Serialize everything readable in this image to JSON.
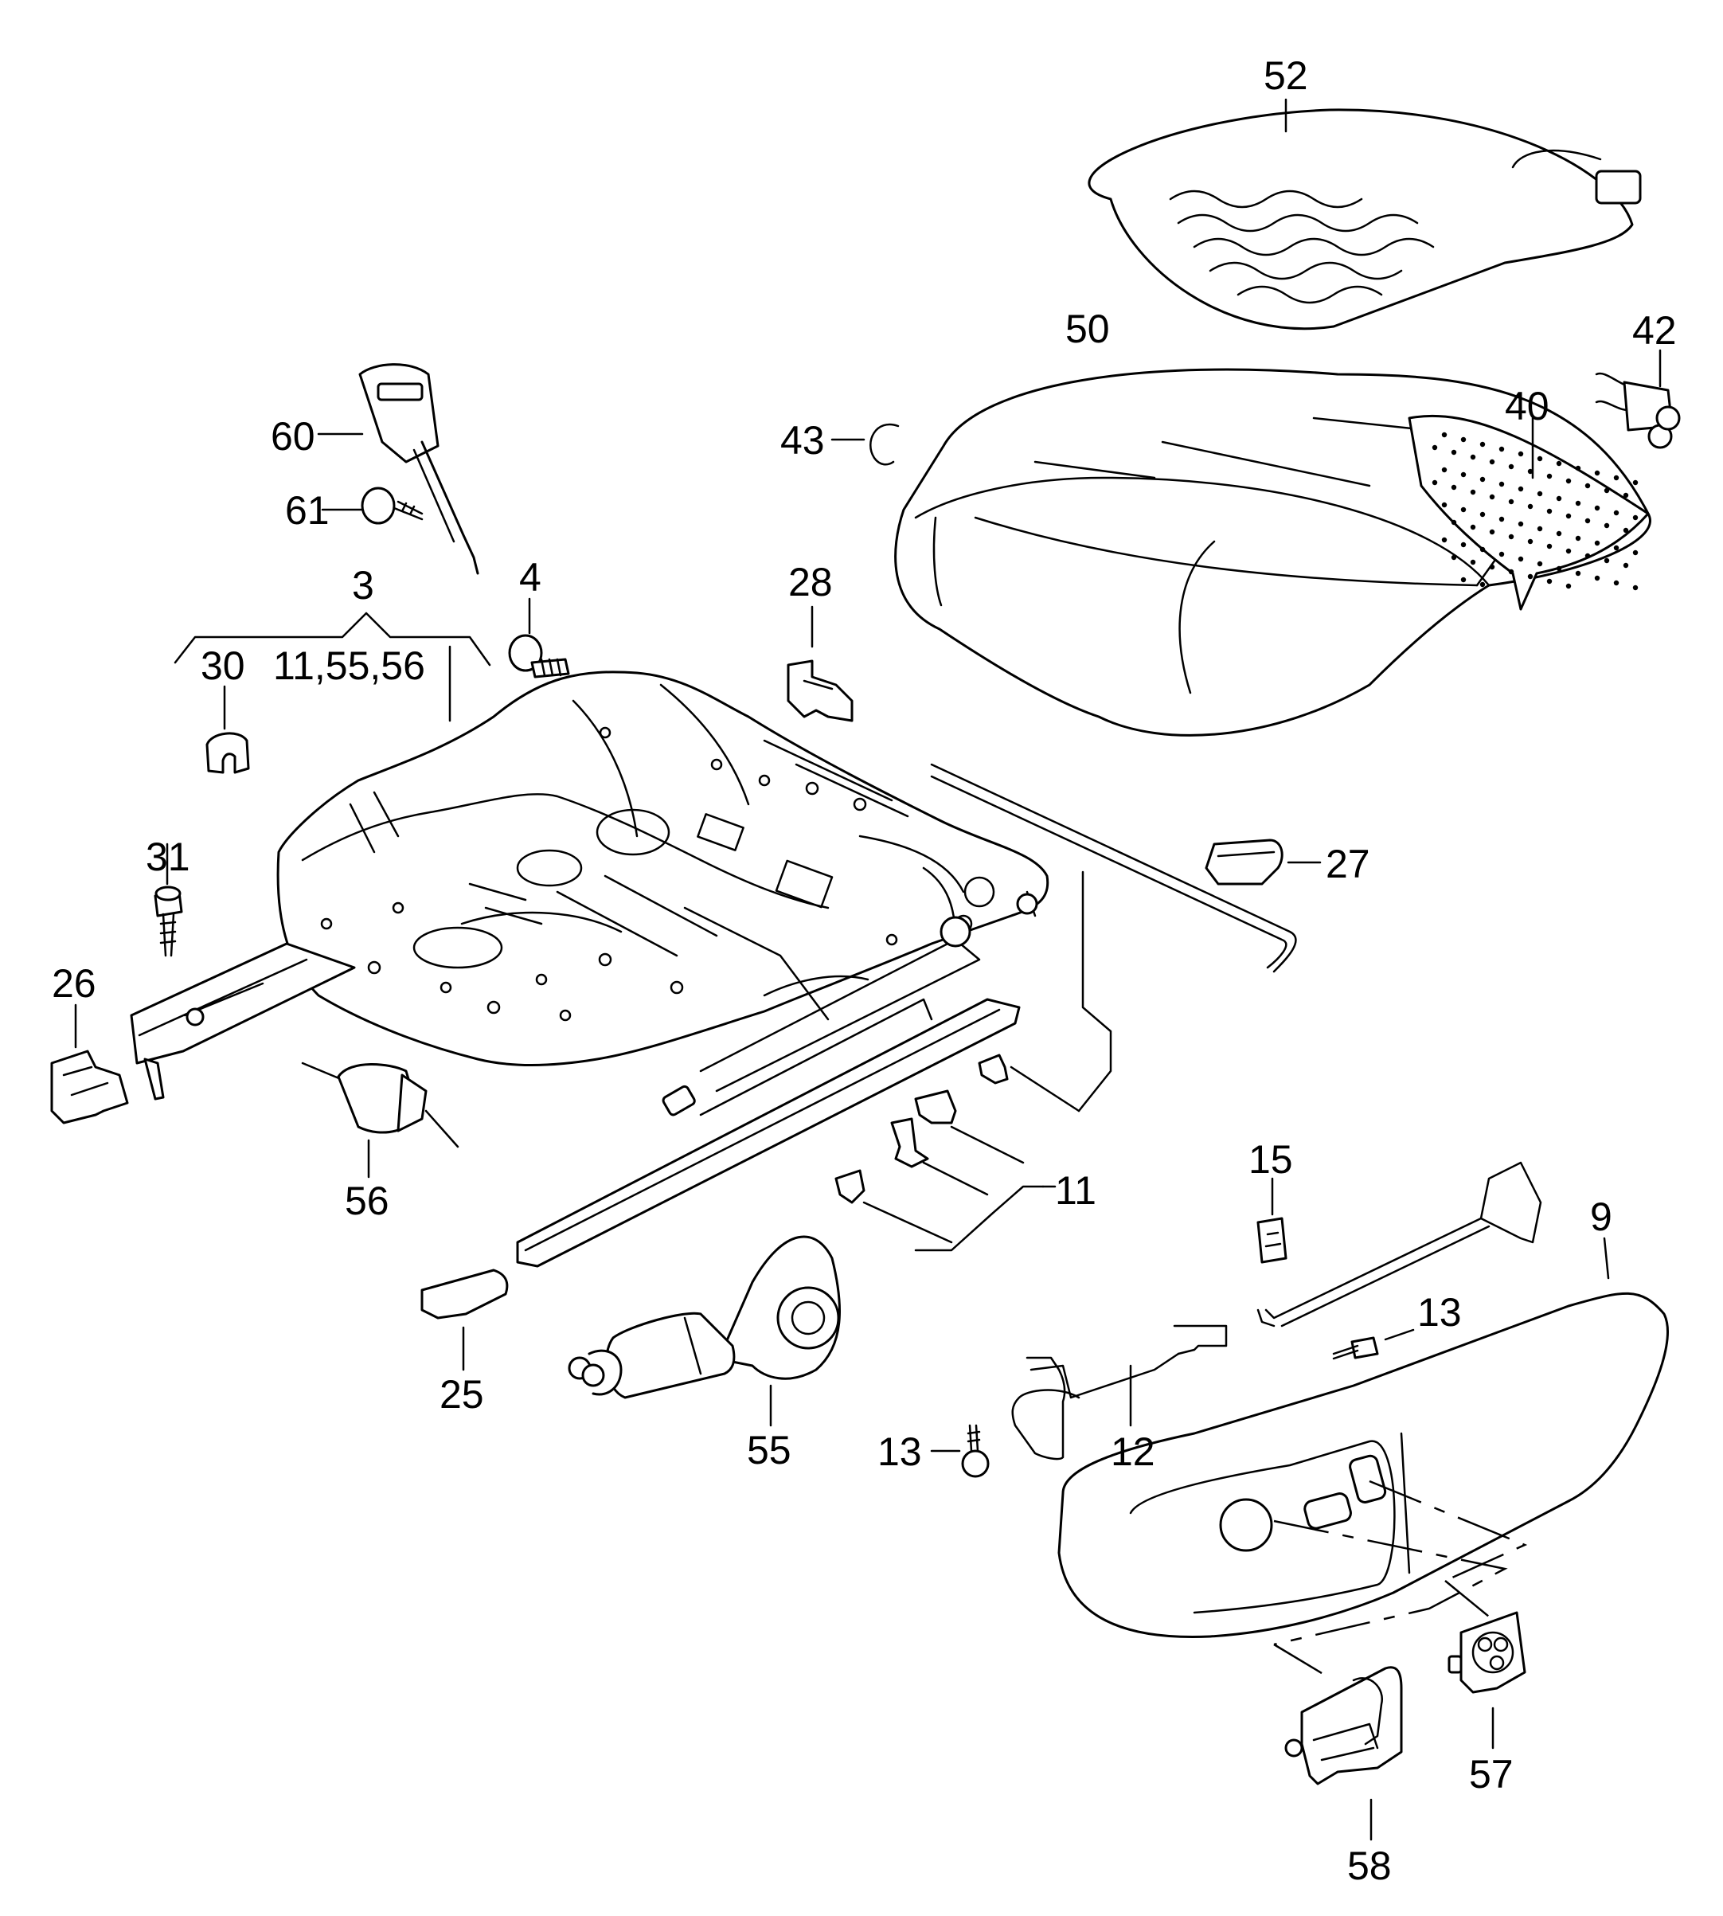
{
  "labels": {
    "l52": "52",
    "l50": "50",
    "l42": "42",
    "l40": "40",
    "l43": "43",
    "l60": "60",
    "l61": "61",
    "l3": "3",
    "l4": "4",
    "l28": "28",
    "l30": "30",
    "l11group": "11,55,56",
    "l31": "31",
    "l27": "27",
    "l26": "26",
    "l56": "56",
    "l11": "11",
    "l15": "15",
    "l9": "9",
    "l13a": "13",
    "l13b": "13",
    "l12": "12",
    "l25": "25",
    "l55": "55",
    "l57": "57",
    "l58": "58"
  }
}
